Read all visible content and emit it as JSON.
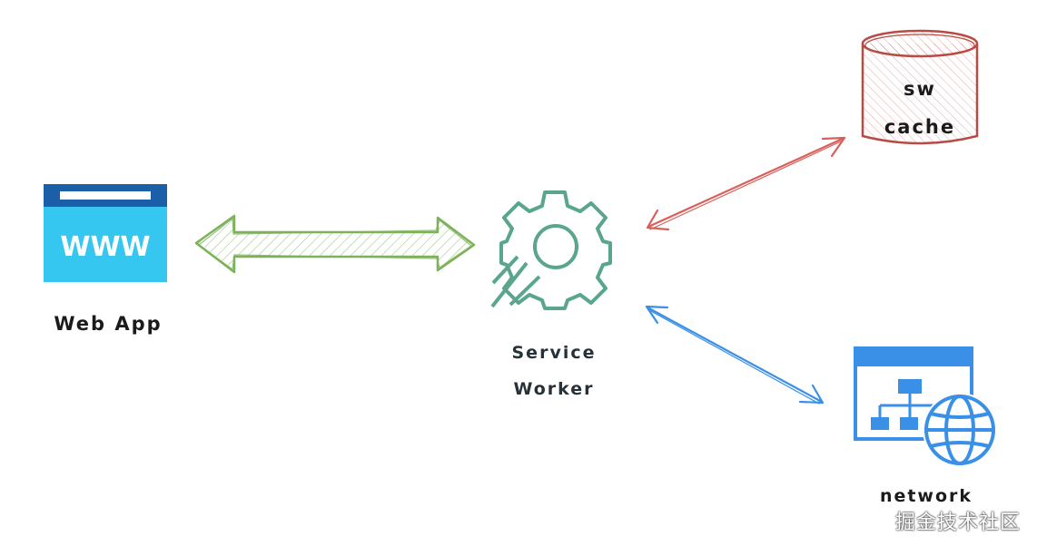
{
  "web_app": {
    "label": "Web App",
    "icon_text": "WWW"
  },
  "service_worker": {
    "label_line1": "Service",
    "label_line2": "Worker"
  },
  "cache": {
    "label_line1": "sw",
    "label_line2": "cache"
  },
  "network": {
    "label": "network"
  },
  "watermark": "掘金技术社区",
  "colors": {
    "webapp_dark": "#1b5fa8",
    "webapp_light": "#35c7ef",
    "green_arrow": "#7cb25a",
    "gear": "#5aa58d",
    "red": "#d9605a",
    "blue": "#3a8fe6"
  }
}
